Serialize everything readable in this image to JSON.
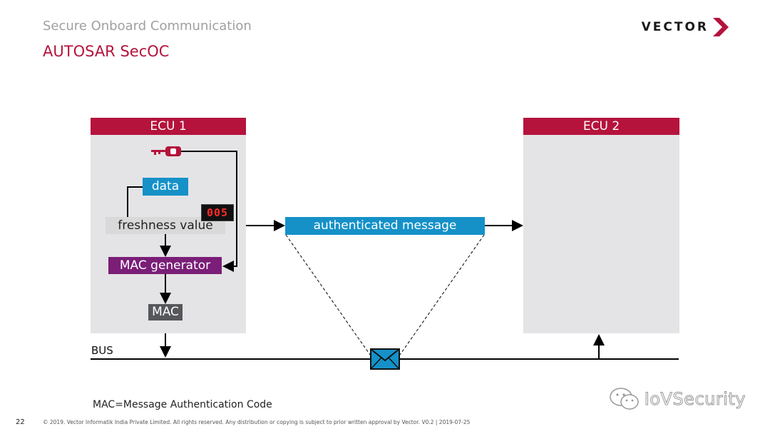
{
  "header": {
    "subtitle": "Secure Onboard Communication",
    "title": "AUTOSAR SecOC",
    "logo_text": "VECTOR"
  },
  "diagram": {
    "ecu1_label": "ECU 1",
    "ecu2_label": "ECU 2",
    "data_label": "data",
    "freshness_label": "freshness value",
    "counter_display": "005",
    "mac_generator_label": "MAC generator",
    "mac_label": "MAC",
    "message_label": "authenticated message",
    "bus_label": "BUS"
  },
  "footer": {
    "footnote": "MAC=Message Authentication Code",
    "page_number": "22",
    "copyright": "© 2019. Vector Informatik India Private Limited. All rights reserved. Any distribution or copying is subject to prior written approval by Vector. V0.2 | 2019-07-25",
    "watermark": "IoVSecurity"
  },
  "colors": {
    "brand_red": "#b5133c",
    "data_blue": "#1591c8",
    "mac_generator_purple": "#7a1e78",
    "mac_gray": "#55575a",
    "freshness_gray": "#d9d9d9",
    "ecu_background": "#e4e4e6"
  },
  "icons": [
    "key-icon",
    "counter-display-icon",
    "envelope-icon",
    "vector-chevron-icon",
    "wechat-icon"
  ]
}
